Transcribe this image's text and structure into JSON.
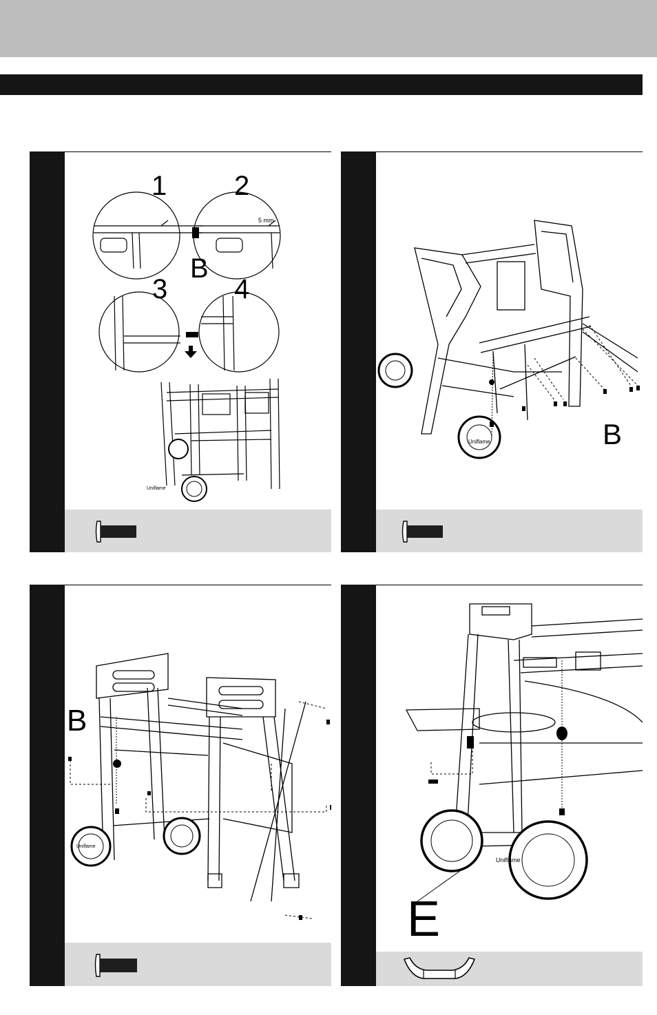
{
  "header": {
    "band_color": "#bdbdbd",
    "bar_color": "#151515"
  },
  "panels": [
    {
      "labels": [
        "1",
        "2",
        "B",
        "3",
        "4"
      ],
      "callout": "5 mm",
      "wheel_logo": "Uniflame",
      "hardware": "bolt-icon"
    },
    {
      "labels": [
        "B"
      ],
      "wheel_logo": "Uniflame",
      "hardware": "bolt-icon"
    },
    {
      "labels": [
        "B"
      ],
      "wheel_logo": "Uniflame",
      "hardware": "bolt-icon"
    },
    {
      "labels": [
        "E"
      ],
      "wheel_logo": "Uniflame",
      "hardware": "hook-icon"
    }
  ]
}
